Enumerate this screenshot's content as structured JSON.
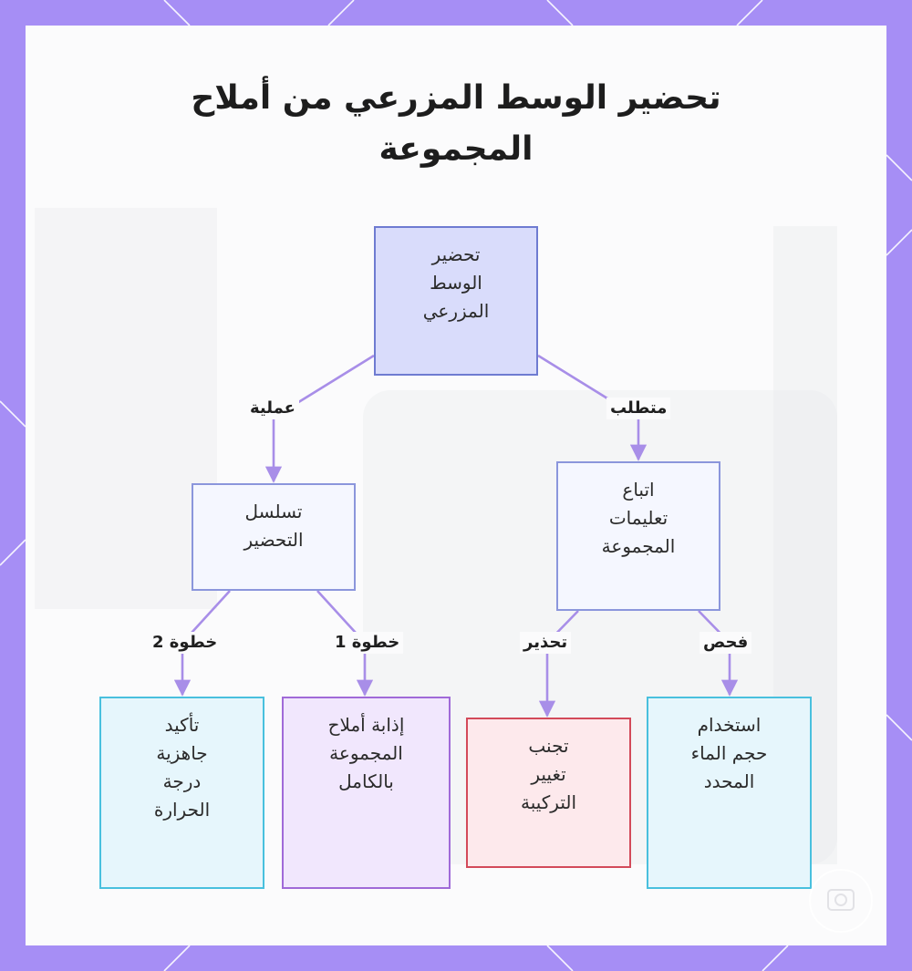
{
  "colors": {
    "frame": "#a68ef5",
    "card": "#fbfbfc",
    "edge": "#a88ee8",
    "root_fill": "#d9dcfb",
    "root_border": "#6e7bd1",
    "mid_fill": "#f5f7ff",
    "mid_border": "#8b96dc",
    "cyan_fill": "#e6f6fc",
    "cyan_border": "#49c0de",
    "purple_fill": "#f1e7fd",
    "purple_border": "#a06ad8",
    "red_fill": "#fde9ec",
    "red_border": "#d34a5a"
  },
  "title": {
    "line1": "تحضير الوسط المزرعي من أملاح",
    "line2": "المجموعة"
  },
  "nodes": {
    "root": {
      "lines": [
        "تحضير",
        "الوسط",
        "المزرعي"
      ]
    },
    "prep_sequence": {
      "lines": [
        "تسلسل",
        "التحضير"
      ]
    },
    "follow_instructions": {
      "lines": [
        "اتباع",
        "تعليمات",
        "المجموعة"
      ]
    },
    "confirm_temperature": {
      "lines": [
        "تأكيد",
        "جاهزية",
        "درجة",
        "الحرارة"
      ]
    },
    "dissolve_salts": {
      "lines": [
        "إذابة أملاح",
        "المجموعة",
        "بالكامل"
      ]
    },
    "avoid_change": {
      "lines": [
        "تجنب",
        "تغيير",
        "التركيبة"
      ]
    },
    "use_water_volume": {
      "lines": [
        "استخدام",
        "حجم الماء",
        "المحدد"
      ]
    }
  },
  "edge_labels": {
    "process": "عملية",
    "requirement": "متطلب",
    "step2": "خطوة 2",
    "step1": "خطوة 1",
    "warning": "تحذير",
    "check": "فحص"
  },
  "badge_icon": "watermark-icon"
}
